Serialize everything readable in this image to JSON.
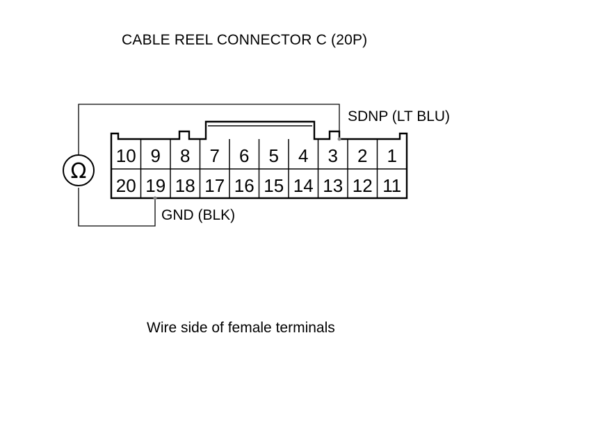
{
  "title": "CABLE REEL CONNECTOR C (20P)",
  "probes": {
    "top_label": "SDNP (LT BLU)",
    "bottom_label": "GND (BLK)"
  },
  "meter": {
    "symbol": "Ω",
    "icon": "ohmmeter-icon"
  },
  "connector": {
    "top_row": [
      "10",
      "9",
      "8",
      "7",
      "6",
      "5",
      "4",
      "3",
      "2",
      "1"
    ],
    "bottom_row": [
      "20",
      "19",
      "18",
      "17",
      "16",
      "15",
      "14",
      "13",
      "12",
      "11"
    ]
  },
  "caption": "Wire side of female terminals"
}
